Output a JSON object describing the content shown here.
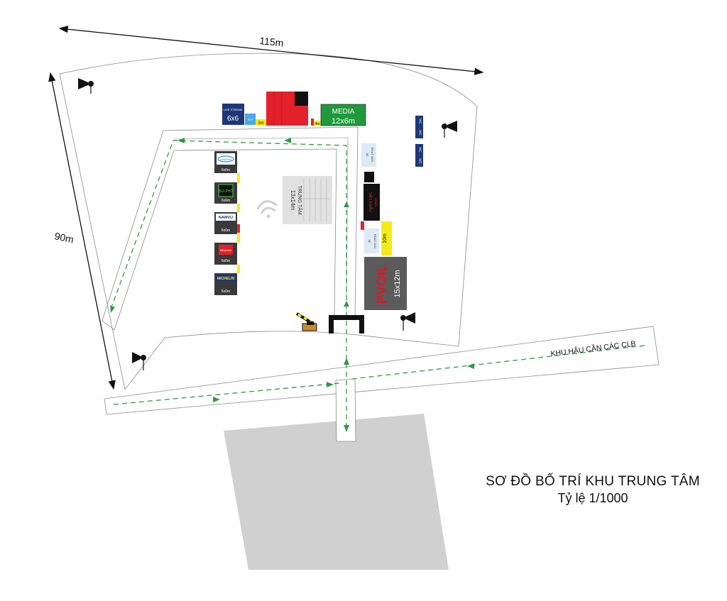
{
  "dimensions": {
    "width": "115m",
    "height": "90m"
  },
  "road_label": "KHU HẬU CẦN CÁC CLB",
  "media": {
    "title": "MEDIA",
    "size": "12x6m"
  },
  "livestream": {
    "title": "LIVE STREAM",
    "size": "6x6"
  },
  "small_booth": "SLP",
  "gap_3m": "3m",
  "gap_4m": "4m",
  "center": {
    "title": "TRUNG TÂM",
    "size": "13x14m"
  },
  "stage": {
    "title": "SÂN KHẤU",
    "size": "10x6m"
  },
  "prize_car_1": {
    "line1": "XE",
    "line2": "ĐOẠT GIẢI"
  },
  "prize_car_2": {
    "line1": "XE",
    "line2": "ĐOẠT GIẢI"
  },
  "yellow_10m": "10m",
  "pvoil": {
    "brand": "PVOIL",
    "size": "15x12m"
  },
  "wc_label": "WC",
  "booths": [
    {
      "brand": "Vinaphone",
      "size": "6x6m"
    },
    {
      "brand": "BÚI PHỐ",
      "size": "6x6m"
    },
    {
      "brand": "NAMVU",
      "size": "6x6m"
    },
    {
      "brand": "Milwaukee",
      "size": "6x6m"
    },
    {
      "brand": "MICHELIN",
      "size": "6x6m"
    }
  ],
  "title": "SƠ ĐỒ BỐ TRÍ KHU TRUNG TÂM",
  "scale": "Tỷ lệ 1/1000",
  "colors": {
    "media_green": "#1f9a3a",
    "booth_red": "#e4212a",
    "navy": "#1f3778",
    "yellow": "#f6ea1a",
    "route_green": "#2f9a45",
    "gray_area": "#d0d0d0",
    "pvoil_gray": "#5b5b5b",
    "pvoil_red": "#e0162b"
  }
}
